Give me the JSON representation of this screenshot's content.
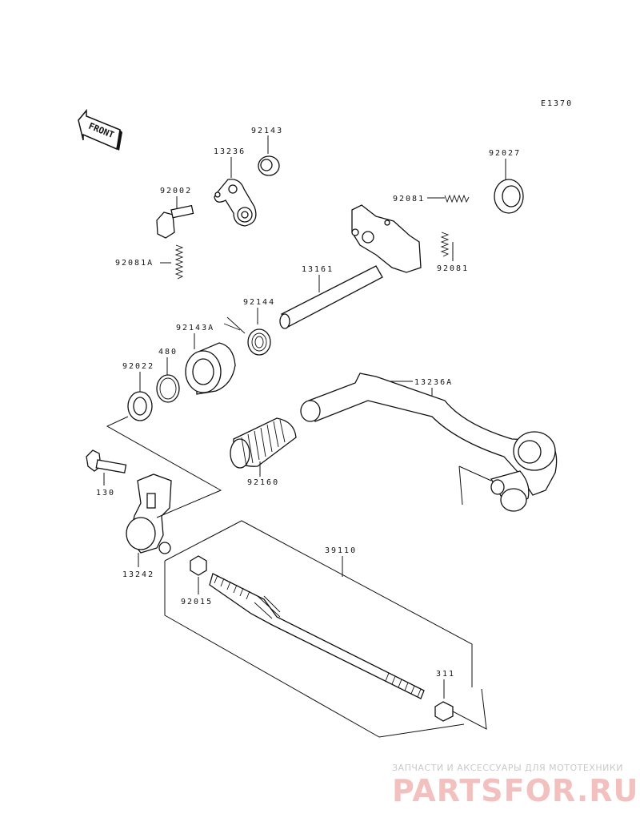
{
  "diagram": {
    "code": "E1370",
    "front_label": "FRONT",
    "parts": {
      "p92143": "92143",
      "p13236": "13236",
      "p92027": "92027",
      "p92002": "92002",
      "p92081_top": "92081",
      "p92081_right": "92081",
      "p92081A": "92081A",
      "p13161": "13161",
      "p92144": "92144",
      "p92143A": "92143A",
      "p480": "480",
      "p92022": "92022",
      "p13236A": "13236A",
      "p92160": "92160",
      "p130": "130",
      "p13242": "13242",
      "p39110": "39110",
      "p92015": "92015",
      "p311": "311"
    }
  },
  "watermark": {
    "tagline": "ЗАПЧАСТИ И АКСЕССУАРЫ ДЛЯ МОТОТЕХНИКИ",
    "logo": "PARTSFOR.RU",
    "color": "#f3c0c0"
  }
}
